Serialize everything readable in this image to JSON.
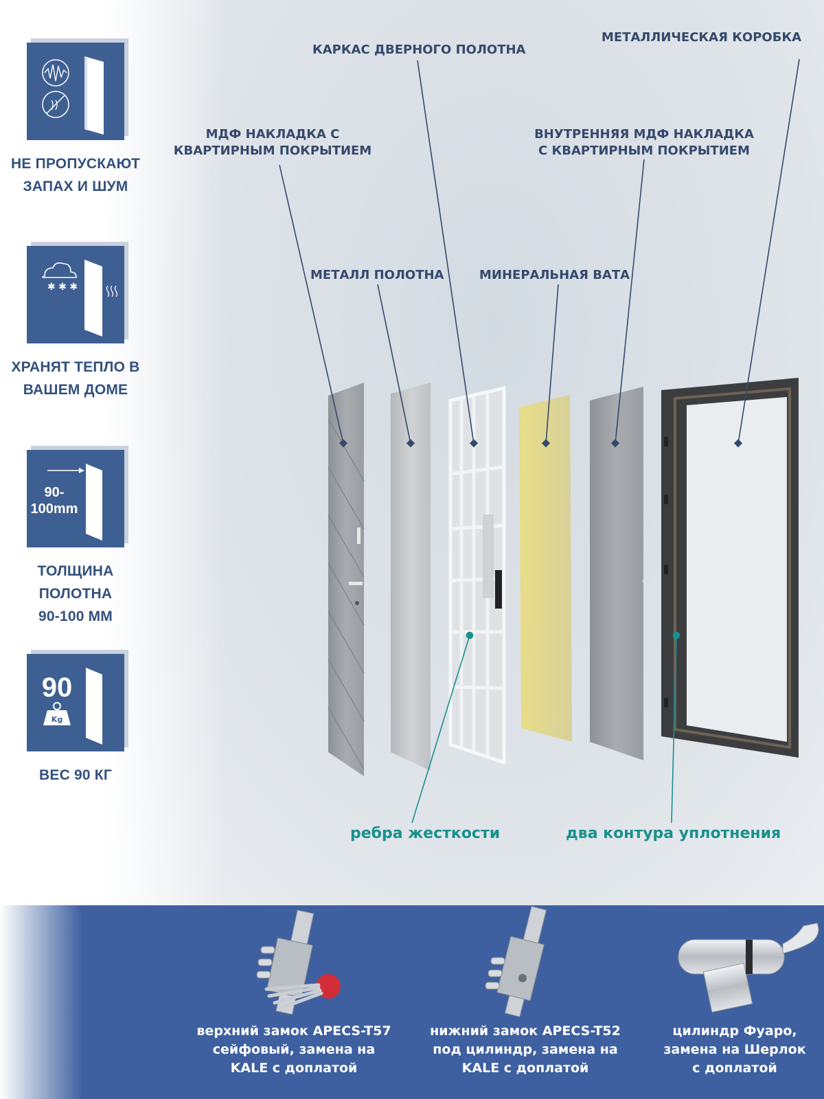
{
  "features": [
    {
      "caption_line1": "НЕ ПРОПУСКАЮТ",
      "caption_line2": "ЗАПАХ И ШУМ",
      "icon": "noise-odor-door-icon"
    },
    {
      "caption_line1": "ХРАНЯТ ТЕПЛО В",
      "caption_line2": "ВАШЕМ ДОМЕ",
      "icon": "snow-warmth-door-icon"
    },
    {
      "caption_line1": "ТОЛЩИНА ПОЛОТНА",
      "caption_line2": "90-100 ММ",
      "icon": "thickness-door-icon",
      "icon_text_line1": "90-",
      "icon_text_line2": "100mm"
    },
    {
      "caption_line1": "ВЕС 90 КГ",
      "caption_line2": "",
      "icon": "weight-door-icon",
      "icon_text": "90",
      "icon_unit": "Kg"
    }
  ],
  "layers": {
    "mdf_outer": {
      "line1": "МДФ НАКЛАДКА С",
      "line2": "КВАРТИРНЫМ ПОКРЫТИЕМ"
    },
    "frame": "КАРКАС ДВЕРНОГО ПОЛОТНА",
    "metal_box": "МЕТАЛЛИЧЕСКАЯ КОРОБКА",
    "mdf_inner": {
      "line1": "ВНУТРЕННЯЯ МДФ НАКЛАДКА",
      "line2": "С КВАРТИРНЫМ ПОКРЫТИЕМ"
    },
    "metal_sheet": "МЕТАЛЛ ПОЛОТНА",
    "mineral_wool": "МИНЕРАЛЬНАЯ ВАТА"
  },
  "callouts": {
    "ribs": "ребра жесткости",
    "seals": "два контура уплотнения"
  },
  "locks": [
    {
      "line1": "верхний замок APECS-T57",
      "line2": "сейфовый, замена на",
      "line3": "KALE с доплатой"
    },
    {
      "line1": "нижний замок APECS-T52",
      "line2": "под цилиндр, замена на",
      "line3": "KALE с доплатой"
    },
    {
      "line1": "цилиндр Фуаро,",
      "line2": "замена на Шерлок",
      "line3": "с доплатой"
    }
  ],
  "colors": {
    "brand_blue": "#3e5f92",
    "footer_blue": "#3e60a0",
    "teal": "#19918c",
    "label_navy": "#34496b",
    "wool_yellow": "#e2d98a"
  }
}
